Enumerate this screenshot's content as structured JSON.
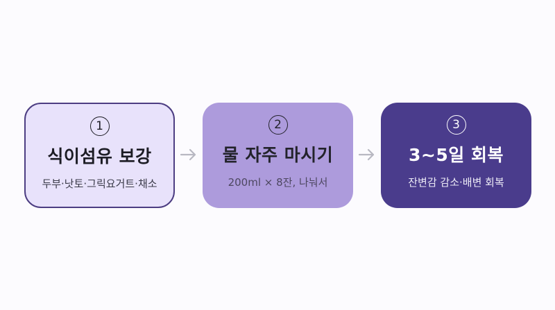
{
  "steps": [
    {
      "number": "1",
      "title": "식이섬유 보강",
      "subtitle": "두부·낫토·그릭요거트·채소"
    },
    {
      "number": "2",
      "title": "물 자주 마시기",
      "subtitle": "200ml × 8잔, 나눠서"
    },
    {
      "number": "3",
      "title": "3~5일 회복",
      "subtitle": "잔변감 감소·배변 회복"
    }
  ],
  "colors": {
    "step1_fill": "#e8e2fb",
    "step1_border": "#4c3d82",
    "step2_fill": "#ad9bdc",
    "step3_fill": "#4a3c8c",
    "arrow": "#b8b8c2"
  },
  "icons": {
    "connector": "arrow-right-icon"
  }
}
